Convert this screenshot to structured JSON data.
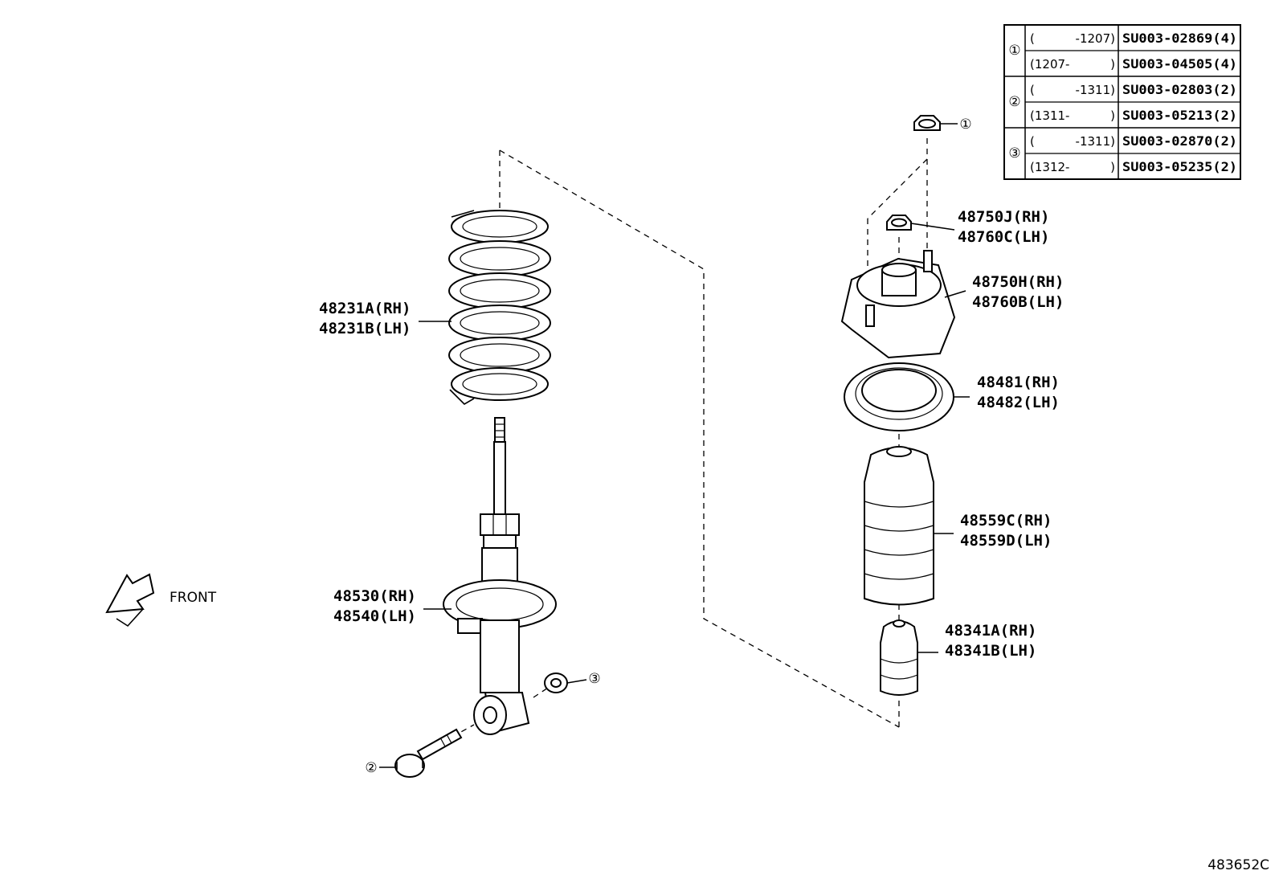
{
  "legend_table": {
    "rows": [
      {
        "marker": "①",
        "from": "(",
        "to": "-1207)",
        "code": "SU003-02869(4)"
      },
      {
        "marker": "",
        "from": "(1207-",
        "to": ")",
        "code": "SU003-04505(4)"
      },
      {
        "marker": "②",
        "from": "(",
        "to": "-1311)",
        "code": "SU003-02803(2)"
      },
      {
        "marker": "",
        "from": "(1311-",
        "to": ")",
        "code": "SU003-05213(2)"
      },
      {
        "marker": "③",
        "from": "(",
        "to": "-1311)",
        "code": "SU003-02870(2)"
      },
      {
        "marker": "",
        "from": "(1312-",
        "to": ")",
        "code": "SU003-05235(2)"
      }
    ]
  },
  "callouts": {
    "c1": "①",
    "c2": "②",
    "c3": "③"
  },
  "labels": {
    "spring_rh": "48231A(RH)",
    "spring_lh": "48231B(LH)",
    "shock_rh": "48530(RH)",
    "shock_lh": "48540(LH)",
    "nut_rh": "48750J(RH)",
    "nut_lh": "48760C(LH)",
    "support_rh": "48750H(RH)",
    "support_lh": "48760B(LH)",
    "seat_rh": "48481(RH)",
    "seat_lh": "48482(LH)",
    "boot_rh": "48559C(RH)",
    "boot_lh": "48559D(LH)",
    "bumper_rh": "48341A(RH)",
    "bumper_lh": "48341B(LH)"
  },
  "front_label": "FRONT",
  "diagram_id": "483652C"
}
